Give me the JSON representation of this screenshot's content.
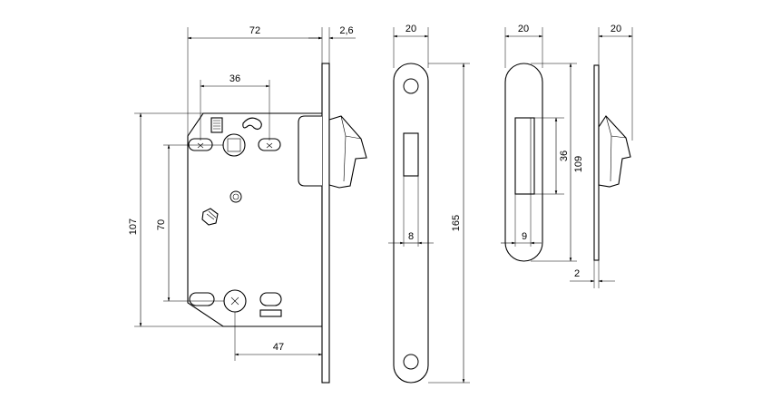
{
  "dimensions": {
    "body_width": "72",
    "faceplate_thickness": "2,6",
    "handle_spacing": "36",
    "follower_to_cylinder": "70",
    "mounting_height": "107",
    "backset": "47",
    "faceplate_width": "20",
    "faceplate_height": "165",
    "latch_slot_width": "8",
    "strike_width": "20",
    "strike_slot_height": "36",
    "strike_height": "109",
    "strike_slot_width": "9",
    "side_width": "20",
    "side_thickness": "2"
  }
}
